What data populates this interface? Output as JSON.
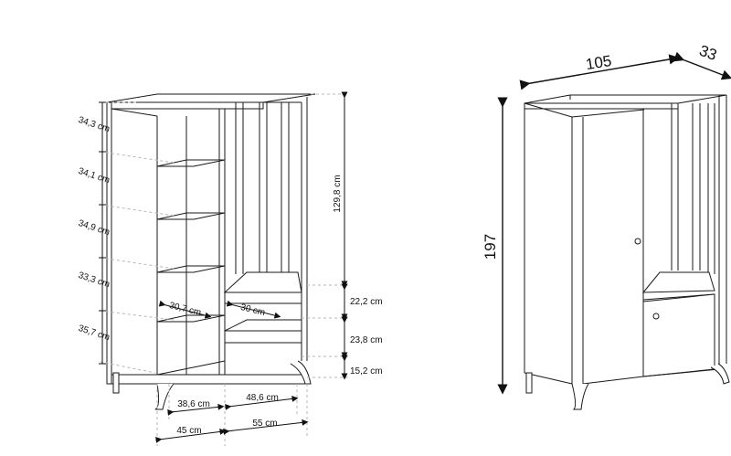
{
  "left_view": {
    "shelf_heights": [
      "34,3 cm",
      "34,1 cm",
      "34,9 cm",
      "33,3 cm",
      "35,7 cm"
    ],
    "hanging_height": "129,8 cm",
    "right_section_heights": [
      "22,2 cm",
      "23,8 cm",
      "15,2 cm"
    ],
    "depth_left": "30,7 cm",
    "depth_right": "30 cm",
    "inner_width_left": "38,6 cm",
    "inner_width_right": "48,6 cm",
    "outer_width_left": "45 cm",
    "outer_width_right": "55 cm"
  },
  "right_view": {
    "width": "105",
    "depth": "33",
    "height": "197"
  },
  "colors": {
    "line": "#1a1a1a",
    "dashed": "#b5b5b5",
    "arrow": "#111111"
  }
}
